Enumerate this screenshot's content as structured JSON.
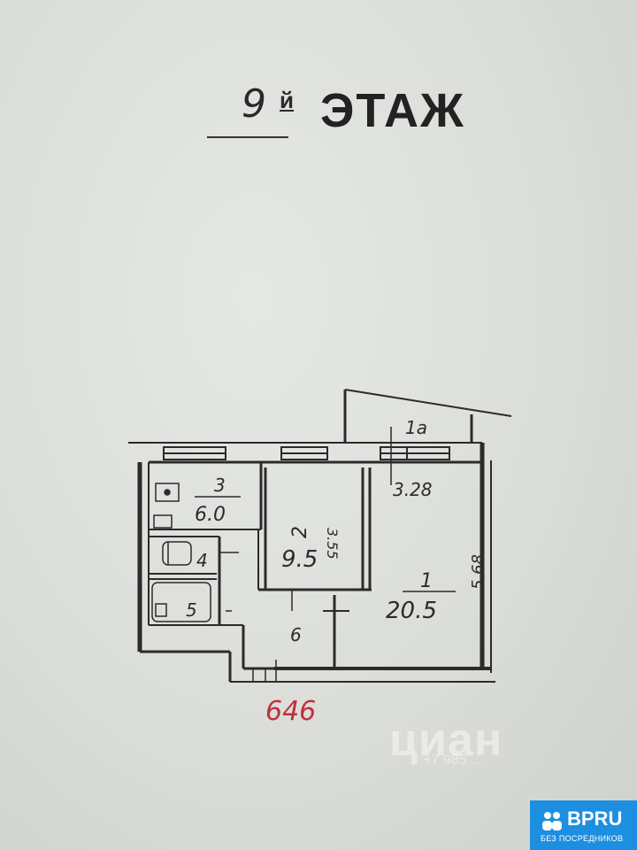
{
  "header": {
    "floor_number": "9",
    "floor_suffix": "й",
    "floor_word": "ЭТАЖ"
  },
  "rooms": [
    {
      "number": "1",
      "area": "20.5",
      "dimension": "5.68"
    },
    {
      "number": "1а",
      "area": "3.28"
    },
    {
      "number": "2",
      "area": "9.5",
      "dimension": "3.55"
    },
    {
      "number": "3",
      "area": "6.0"
    },
    {
      "number": "4",
      "area": ""
    },
    {
      "number": "5",
      "area": ""
    },
    {
      "number": "6",
      "area": ""
    }
  ],
  "annotation": {
    "red_number": "646",
    "red_color": "#c0303a"
  },
  "watermark": {
    "text": "циан",
    "sub": "+7 985 ..."
  },
  "logo": {
    "name": "BPRU",
    "tagline": "БЕЗ ПОСРЕДНИКОВ",
    "color": "#1d8fe1"
  }
}
